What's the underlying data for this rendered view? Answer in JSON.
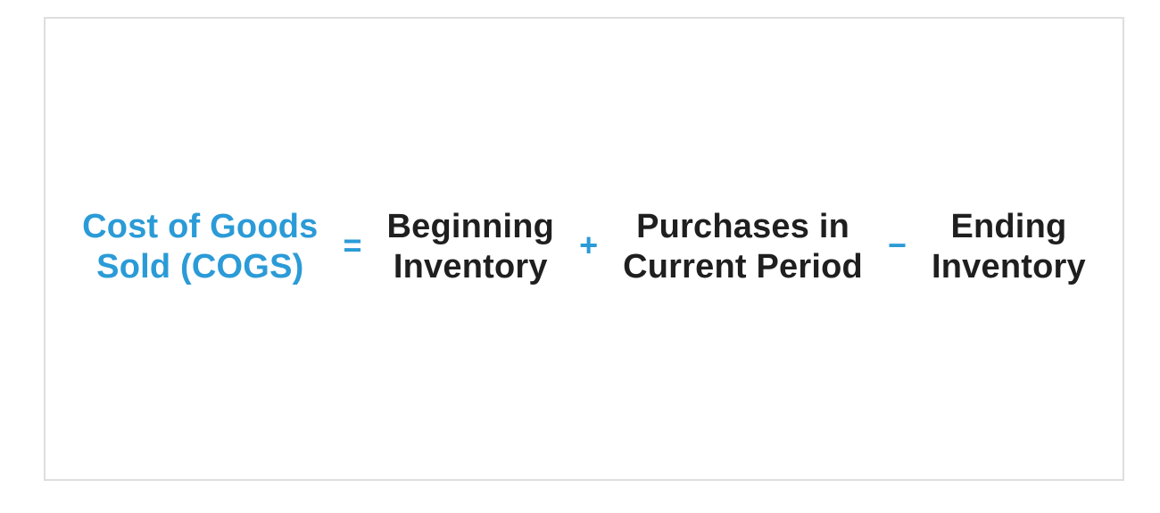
{
  "formula": {
    "result": {
      "line1": "Cost of Goods",
      "line2": "Sold (COGS)"
    },
    "operators": {
      "equals": "=",
      "plus": "+",
      "minus": "−"
    },
    "term_beginning": {
      "line1": "Beginning",
      "line2": "Inventory"
    },
    "term_purchases": {
      "line1": "Purchases in",
      "line2": "Current Period"
    },
    "term_ending": {
      "line1": "Ending",
      "line2": "Inventory"
    }
  },
  "colors": {
    "accent_blue": "#2b9bd7",
    "text_dark": "#1f1f1f",
    "frame_border": "#dedede",
    "background": "#ffffff"
  }
}
